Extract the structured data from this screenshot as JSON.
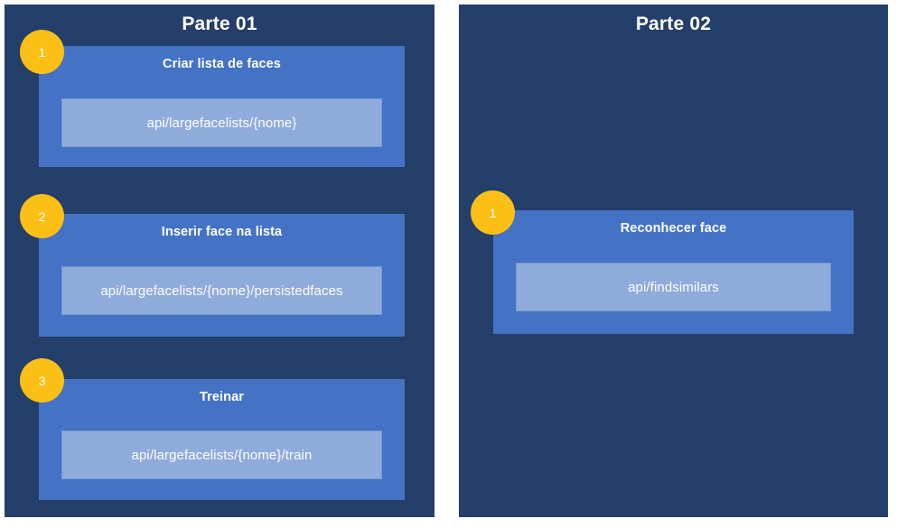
{
  "panels": [
    {
      "title": "Parte 01",
      "cards": [
        {
          "step": "1",
          "title": "Criar lista de faces",
          "code": "api/largefacelists/{nome}"
        },
        {
          "step": "2",
          "title": "Inserir face na lista",
          "code": "api/largefacelists/{nome}/persistedfaces"
        },
        {
          "step": "3",
          "title": "Treinar",
          "code": "api/largefacelists/{nome}/train"
        }
      ]
    },
    {
      "title": "Parte 02",
      "cards": [
        {
          "step": "1",
          "title": "Reconhecer face",
          "code": "api/findsimilars"
        }
      ]
    }
  ],
  "colors": {
    "panel_background": "#243f69",
    "card_background": "#4472c4",
    "code_background": "#8fabdc",
    "step_circle": "#fcbf15",
    "text": "#ffffff",
    "page_background": "#ffffff"
  }
}
